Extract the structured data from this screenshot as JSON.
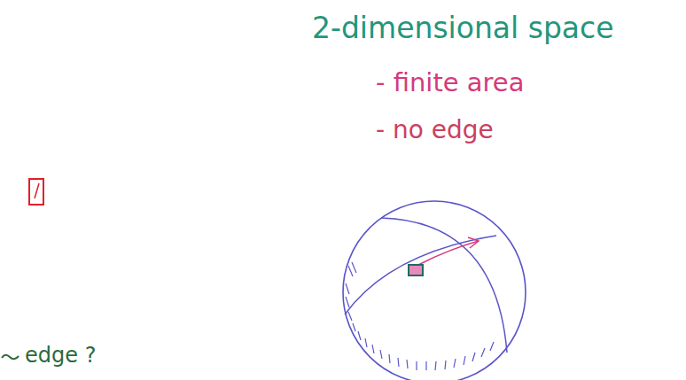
{
  "diagram": {
    "labels": [
      "2-dimensional space",
      "- finite area",
      "- no edge",
      "edge ?"
    ]
  }
}
